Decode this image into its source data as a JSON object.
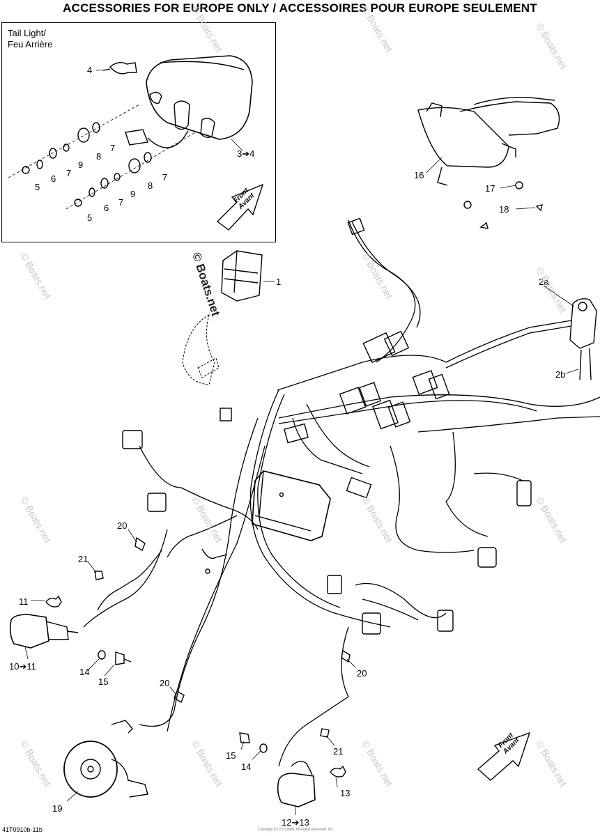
{
  "title": "ACCESSORIES FOR EUROPE ONLY / ACCESSOIRES POUR EUROPE SEULEMENT",
  "inset": {
    "heading_line1": "Tail Light/",
    "heading_line2": "Feu Arrière",
    "front_line1": "Front",
    "front_line2": "Avant"
  },
  "main_front": {
    "line1": "Front",
    "line2": "Avant"
  },
  "watermark": "© Boats.net",
  "reference": "41T0910b-11b",
  "copyright": "Copyright (c) 2011 BRP. All Rights Reserved. Inc.",
  "callouts": {
    "c1": "1",
    "c2a": "2a",
    "c2b": "2b",
    "c3to4": "3➔4",
    "c4": "4",
    "c5a": "5",
    "c5b": "5",
    "c6a": "6",
    "c6b": "6",
    "c7a": "7",
    "c7b": "7",
    "c7c": "7",
    "c7d": "7",
    "c8a": "8",
    "c8b": "8",
    "c9a": "9",
    "c9b": "9",
    "c10to11": "10➔11",
    "c11": "11",
    "c12to13": "12➔13",
    "c13": "13",
    "c14a": "14",
    "c14b": "14",
    "c15a": "15",
    "c15b": "15",
    "c16": "16",
    "c17": "17",
    "c18": "18",
    "c19": "19",
    "c20a": "20",
    "c20b": "20",
    "c20c": "20",
    "c21a": "21",
    "c21b": "21"
  }
}
